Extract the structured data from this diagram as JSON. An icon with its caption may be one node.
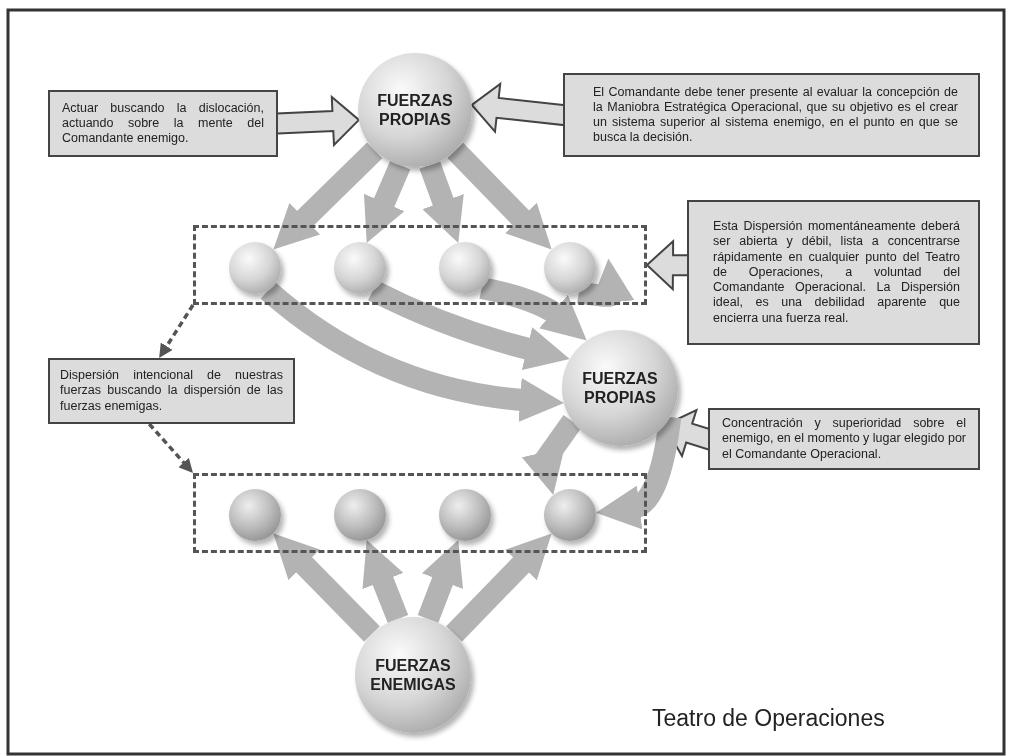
{
  "diagram": {
    "nodes": [
      {
        "text": [
          "FUERZAS PROPIAS"
        ]
      },
      {
        "text": [
          "Actuar buscando la dislocación, actuando sobre la mente del Comandante enemigo."
        ]
      },
      {
        "text": [
          "El Comandante debe tener presente al evaluar la concepción de la Maniobra Estratégica Operacional, que su objetivo es el crear un sistema superior al sistema enemigo, en el punto en que se busca la decisión."
        ]
      },
      {
        "text": [],
        "shape": "box"
      },
      {
        "text": [],
        "shape": "circle",
        "in": 3
      },
      {
        "text": [],
        "shape": "circle",
        "in": 3
      },
      {
        "text": [],
        "shape": "circle",
        "in": 3
      },
      {
        "text": [],
        "shape": "circle",
        "in": 3
      },
      {
        "text": [
          "Esta Dispersión momentáneamente deberá ser abierta y débil, lista a concentrarse rápidamente en cualquier punto del Teatro de Operaciones, a voluntad del Comandante Operacional. La Dispersión ideal, es una debilidad aparente que encierra una fuerza real."
        ]
      },
      {
        "text": [
          "Dispersión intencional de nuestras fuerzas buscando la dispersión de las fuerzas enemigas."
        ]
      },
      {
        "text": [
          "FUERZAS PROPIAS"
        ]
      },
      {
        "text": [
          "Concentración y superioridad sobre el enemigo, en el momento y lugar elegido por el Comandante Operacional."
        ]
      },
      {
        "text": [],
        "shape": "box"
      },
      {
        "text": [],
        "shape": "circle",
        "in": 12
      },
      {
        "text": [],
        "shape": "circle",
        "in": 12
      },
      {
        "text": [],
        "shape": "circle",
        "in": 12
      },
      {
        "text": [],
        "shape": "circle",
        "in": 12
      },
      {
        "text": [
          "FUERZAS ENEMIGAS"
        ]
      }
    ],
    "edges": [
      {
        "from": 1,
        "to": 0,
        "arrow": "to",
        "color": "#444444"
      },
      {
        "from": 2,
        "to": 0,
        "arrow": "to",
        "color": "#444444"
      },
      {
        "from": 0,
        "to": 4,
        "arrow": "to"
      },
      {
        "from": 0,
        "to": 5,
        "arrow": "to"
      },
      {
        "from": 0,
        "to": 6,
        "arrow": "to"
      },
      {
        "from": 0,
        "to": 7,
        "arrow": "to"
      },
      {
        "from": 8,
        "to": 3,
        "arrow": "to",
        "color": "#444444"
      },
      {
        "from": 3,
        "to": 9,
        "arrow": "to",
        "style": "dashed",
        "color": "#555555"
      },
      {
        "from": 4,
        "to": 10,
        "arrow": "to"
      },
      {
        "from": 5,
        "to": 10,
        "arrow": "to"
      },
      {
        "from": 6,
        "to": 10,
        "arrow": "to"
      },
      {
        "from": 7,
        "to": 10,
        "arrow": "to"
      },
      {
        "from": 9,
        "to": 12,
        "arrow": "to",
        "style": "dashed",
        "color": "#555555"
      },
      {
        "from": 11,
        "to": 10,
        "arrow": "to",
        "color": "#444444"
      },
      {
        "from": 10,
        "to": 16,
        "arrow": "to"
      },
      {
        "from": 10,
        "to": 16,
        "arrow": "to"
      },
      {
        "from": 17,
        "to": 13,
        "arrow": "to"
      },
      {
        "from": 17,
        "to": 14,
        "arrow": "to"
      },
      {
        "from": 17,
        "to": 15,
        "arrow": "to"
      },
      {
        "from": 17,
        "to": 16,
        "arrow": "to"
      }
    ],
    "labels": [
      "Teatro de Operaciones"
    ]
  }
}
